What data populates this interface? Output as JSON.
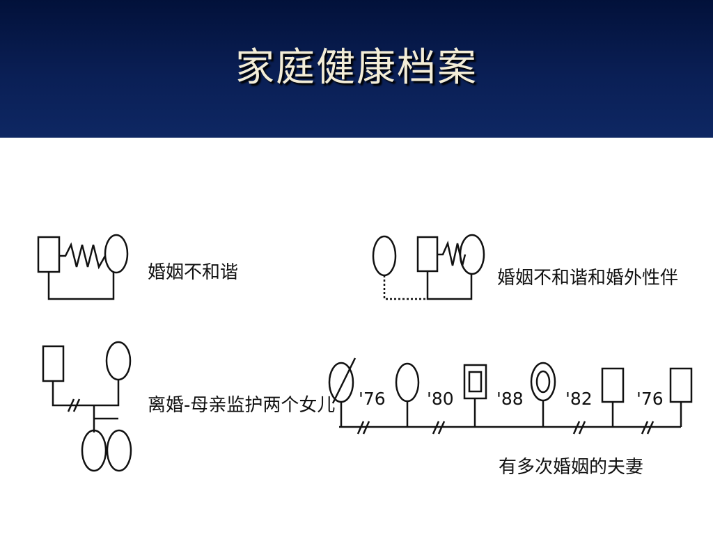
{
  "slide": {
    "title": "家庭健康档案"
  },
  "diagrams": {
    "conflict": {
      "caption": "婚姻不和谐"
    },
    "conflict_affair": {
      "caption": "婚姻不和谐和婚外性伴"
    },
    "divorce": {
      "caption": "离婚-母亲监护两个女儿"
    },
    "multiple_marriages": {
      "caption": "有多次婚姻的夫妻",
      "years": [
        "'76",
        "'80",
        "'88",
        "'82",
        "'76"
      ]
    }
  },
  "colors": {
    "title_bg": "#0a1f55",
    "title_text": "#f3edd7",
    "line": "#111111"
  }
}
